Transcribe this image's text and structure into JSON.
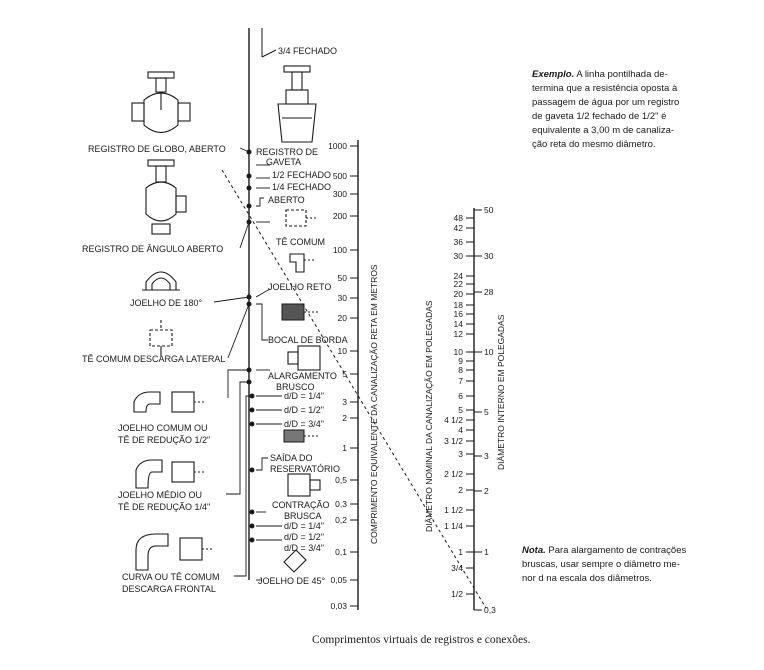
{
  "caption": "Comprimentos virtuais de registros e conexões.",
  "example_note": {
    "label": "Exemplo.",
    "lines": [
      " A linha pontilhada de-",
      "termina que a resistência oposta à",
      "passagem de água por um registro",
      "de gaveta 1/2 fechado de 1/2\" é",
      "equivalente a 3,00 m de canaliza-",
      "ção reta do mesmo diâmetro."
    ]
  },
  "bottom_note": {
    "label": "Nota.",
    "lines": [
      " Para alargamento de contrações",
      "bruscas, usar sempre o diâmetro me-",
      "nor d na escala dos diâmetros."
    ]
  },
  "left_labels": {
    "globo": "REGISTRO DE GLOBO, ABERTO",
    "angulo": "REGISTRO DE ÂNGULO ABERTO",
    "joelho180": "JOELHO DE 180°",
    "te_lateral": "TÊ COMUM DESCARGA LATERAL",
    "joelho_comum_1": "JOELHO COMUM OU",
    "joelho_comum_2": "TÊ DE REDUÇÃO 1/2\"",
    "joelho_medio_1": "JOELHO MÉDIO OU",
    "joelho_medio_2": "TÊ DE REDUÇÃO 1/4\"",
    "curva_1": "CURVA OU TÊ COMUM",
    "curva_2": "DESCARGA FRONTAL"
  },
  "mid_labels": {
    "fechado34": "3/4 FECHADO",
    "gaveta_1": "REGISTRO DE",
    "gaveta_2": "GAVETA",
    "fechado12": "1/2 FECHADO",
    "fechado14": "1/4 FECHADO",
    "aberto": "ABERTO",
    "te_comum": "TÊ COMUM",
    "joelho_reto": "JOELHO RETO",
    "bocal": "BOCAL DE BORDA",
    "alargamento_1": "ALARGAMENTO",
    "alargamento_2": "BRUSCO",
    "dD14a": "d/D = 1/4\"",
    "dD12a": "d/D = 1/2\"",
    "dD34a": "d/D = 3/4\"",
    "saida_1": "SAÍDA DO",
    "saida_2": "RESERVATÓRIO",
    "contracao_1": "CONTRAÇÃO",
    "contracao_2": "BRUSCA",
    "dD14b": "d/D = 1/4\"",
    "dD12b": "d/D = 1/2\"",
    "dD34b": "d/D = 3/4\"",
    "joelho45": "JOELHO DE 45°"
  },
  "axis_titles": {
    "length": "COMPRIMENTO EQUIVALENTE DA CANALIZAÇÃO RETA EM METROS",
    "nominal": "DIÂMETRO NOMINAL DA CANALIZAÇÃO EM POLEGADAS",
    "internal": "DIÂMETRO INTERNO EM POLEGADAS"
  },
  "length_scale": [
    "1000",
    "500",
    "300",
    "200",
    "100",
    "50",
    "30",
    "20",
    "10",
    "5",
    "3",
    "2",
    "1",
    "0,5",
    "0,3",
    "0,2",
    "0,1",
    "0,05",
    "0,03"
  ],
  "nominal_scale": [
    "48",
    "42",
    "36",
    "30",
    "24",
    "22",
    "20",
    "18",
    "16",
    "14",
    "12",
    "10",
    "9",
    "8",
    "7",
    "6",
    "5",
    "4 1/2",
    "4",
    "3 1/2",
    "3",
    "2 1/2",
    "2",
    "1 1/2",
    "1 1/4",
    "1",
    "3/4",
    "1/2"
  ],
  "internal_scale": [
    "50",
    "30",
    "28",
    "10",
    "5",
    "3",
    "2",
    "1",
    "0,3"
  ]
}
